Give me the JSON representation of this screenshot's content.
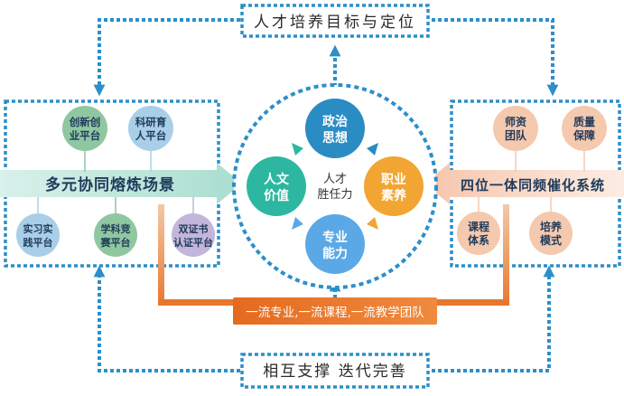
{
  "title_top": "人才培养目标与定位",
  "title_bottom": "相互支撑 迭代完善",
  "left_panel": {
    "banner": "多元协同熔炼场景",
    "top_circles": [
      [
        "创新创",
        "业平台"
      ],
      [
        "科研育",
        "人平台"
      ]
    ],
    "bottom_circles": [
      [
        "实习实",
        "践平台"
      ],
      [
        "学科竞",
        "赛平台"
      ],
      [
        "双证书",
        "认证平台"
      ]
    ]
  },
  "right_panel": {
    "banner": "四位一体同频催化系统",
    "top_circles": [
      [
        "师资",
        "团队"
      ],
      [
        "质量",
        "保障"
      ]
    ],
    "bottom_circles": [
      [
        "课程",
        "体系"
      ],
      [
        "培养",
        "模式"
      ]
    ]
  },
  "center": {
    "core": [
      "人才",
      "胜任力"
    ],
    "circles": {
      "top": [
        "政治",
        "思想"
      ],
      "right": [
        "职业",
        "素养"
      ],
      "bottom": [
        "专业",
        "能力"
      ],
      "left": [
        "人文",
        "价值"
      ]
    }
  },
  "orange_banner": "一流专业,一流课程,一流教学团队",
  "colors": {
    "dashed_blue": "#2C8FC9",
    "left_banner": "#BFE7DC",
    "right_banner": "#F9D9C9",
    "orange": "#E8772E",
    "politics": "#2B8CC4",
    "profession": "#F2A532",
    "ability": "#5AA9E6",
    "humanity": "#2DB7A0",
    "green_circle": "#8FC7A1",
    "lavender_circle": "#C3B6DA",
    "light_blue_circle": "#A9CFE8",
    "peach_circle": "#F5C9AE"
  }
}
